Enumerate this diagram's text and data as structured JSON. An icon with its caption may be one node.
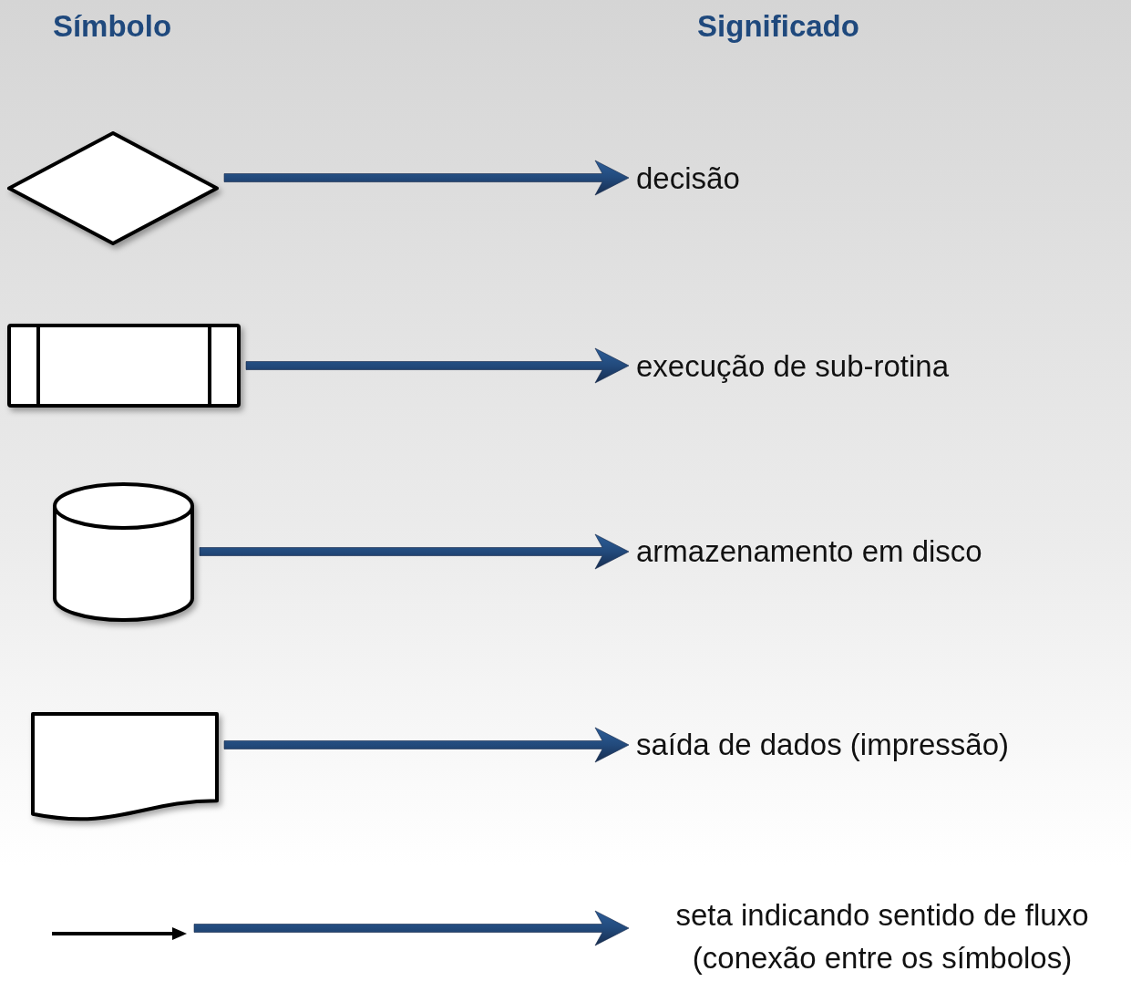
{
  "diagram": {
    "nodes": [
      {
        "text": [],
        "shape": "diamond"
      },
      {
        "text": [],
        "shape": "box"
      },
      {
        "text": [],
        "shape": "cylinder"
      },
      {
        "text": [],
        "shape": "document"
      },
      {
        "text": [],
        "shape": "arrow"
      },
      {
        "text": [
          "decisão"
        ]
      },
      {
        "text": [
          "execução de sub-rotina"
        ]
      },
      {
        "text": [
          "armazenamento em disco"
        ]
      },
      {
        "text": [
          "saída de dados (impressão)"
        ]
      },
      {
        "text": [
          "seta indicando sentido de fluxo (conexão entre os símbolos)"
        ]
      }
    ],
    "edges": [
      {
        "from": 0,
        "to": 5,
        "arrow": "to",
        "style": "thick"
      },
      {
        "from": 1,
        "to": 6,
        "arrow": "to",
        "style": "thick"
      },
      {
        "from": 2,
        "to": 7,
        "arrow": "to",
        "style": "thick"
      },
      {
        "from": 3,
        "to": 8,
        "arrow": "to",
        "style": "thick"
      },
      {
        "from": 4,
        "to": 9,
        "arrow": "to",
        "style": "thick"
      }
    ],
    "labels": [
      "Símbolo",
      "Significado"
    ]
  }
}
